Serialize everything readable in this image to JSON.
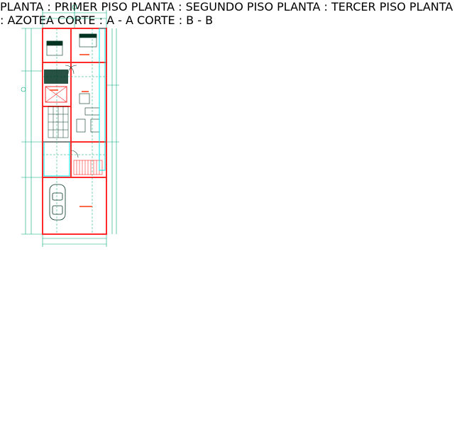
{
  "drawing": {
    "plans": [
      {
        "title": "PLANTA : PRIMER PISO"
      },
      {
        "title": "PLANTA : SEGUNDO PISO"
      },
      {
        "title": "PLANTA : TERCER PISO"
      },
      {
        "title": "PLANTA : AZOTEA"
      }
    ],
    "sections": [
      {
        "title": "CORTE : A - A"
      },
      {
        "title": "CORTE : B - B"
      }
    ],
    "colors": {
      "wall": "#ff2a2a",
      "grid": "#00a878",
      "dimension": "#00a878",
      "accent_cyan": "#00e5e5",
      "yellow": "#e6e600",
      "dark": "#003322",
      "label": "#d10a2a",
      "black": "#000000"
    }
  }
}
